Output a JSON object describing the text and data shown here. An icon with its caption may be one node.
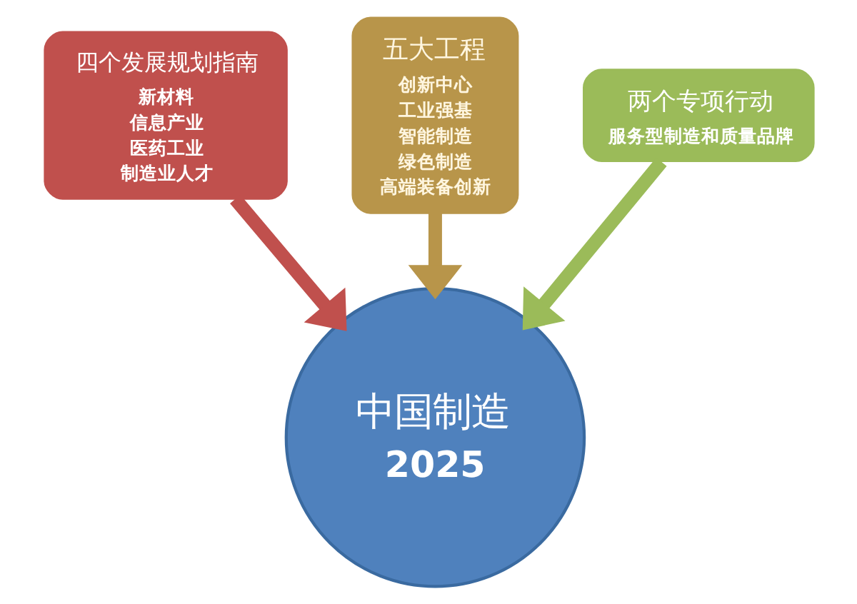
{
  "diagram": {
    "nodes": [
      {
        "text": [
          "四个发展规划指南",
          "新材料",
          "信息产业",
          "医药工业",
          "制造业人才"
        ]
      },
      {
        "text": [
          "五大工程",
          "创新中心",
          "工业强基",
          "智能制造",
          "绿色制造",
          "高端装备创新"
        ]
      },
      {
        "text": [
          "两个专项行动",
          "服务型制造和质量品牌"
        ]
      },
      {
        "text": [
          "中国制造",
          "2025"
        ]
      }
    ],
    "edges": [
      {
        "from": 0,
        "to": 3,
        "arrow": "to",
        "color": "#c0504d"
      },
      {
        "from": 1,
        "to": 3,
        "arrow": "to",
        "color": "#b8954a"
      },
      {
        "from": 2,
        "to": 3,
        "arrow": "to",
        "color": "#9bbb59"
      }
    ]
  }
}
